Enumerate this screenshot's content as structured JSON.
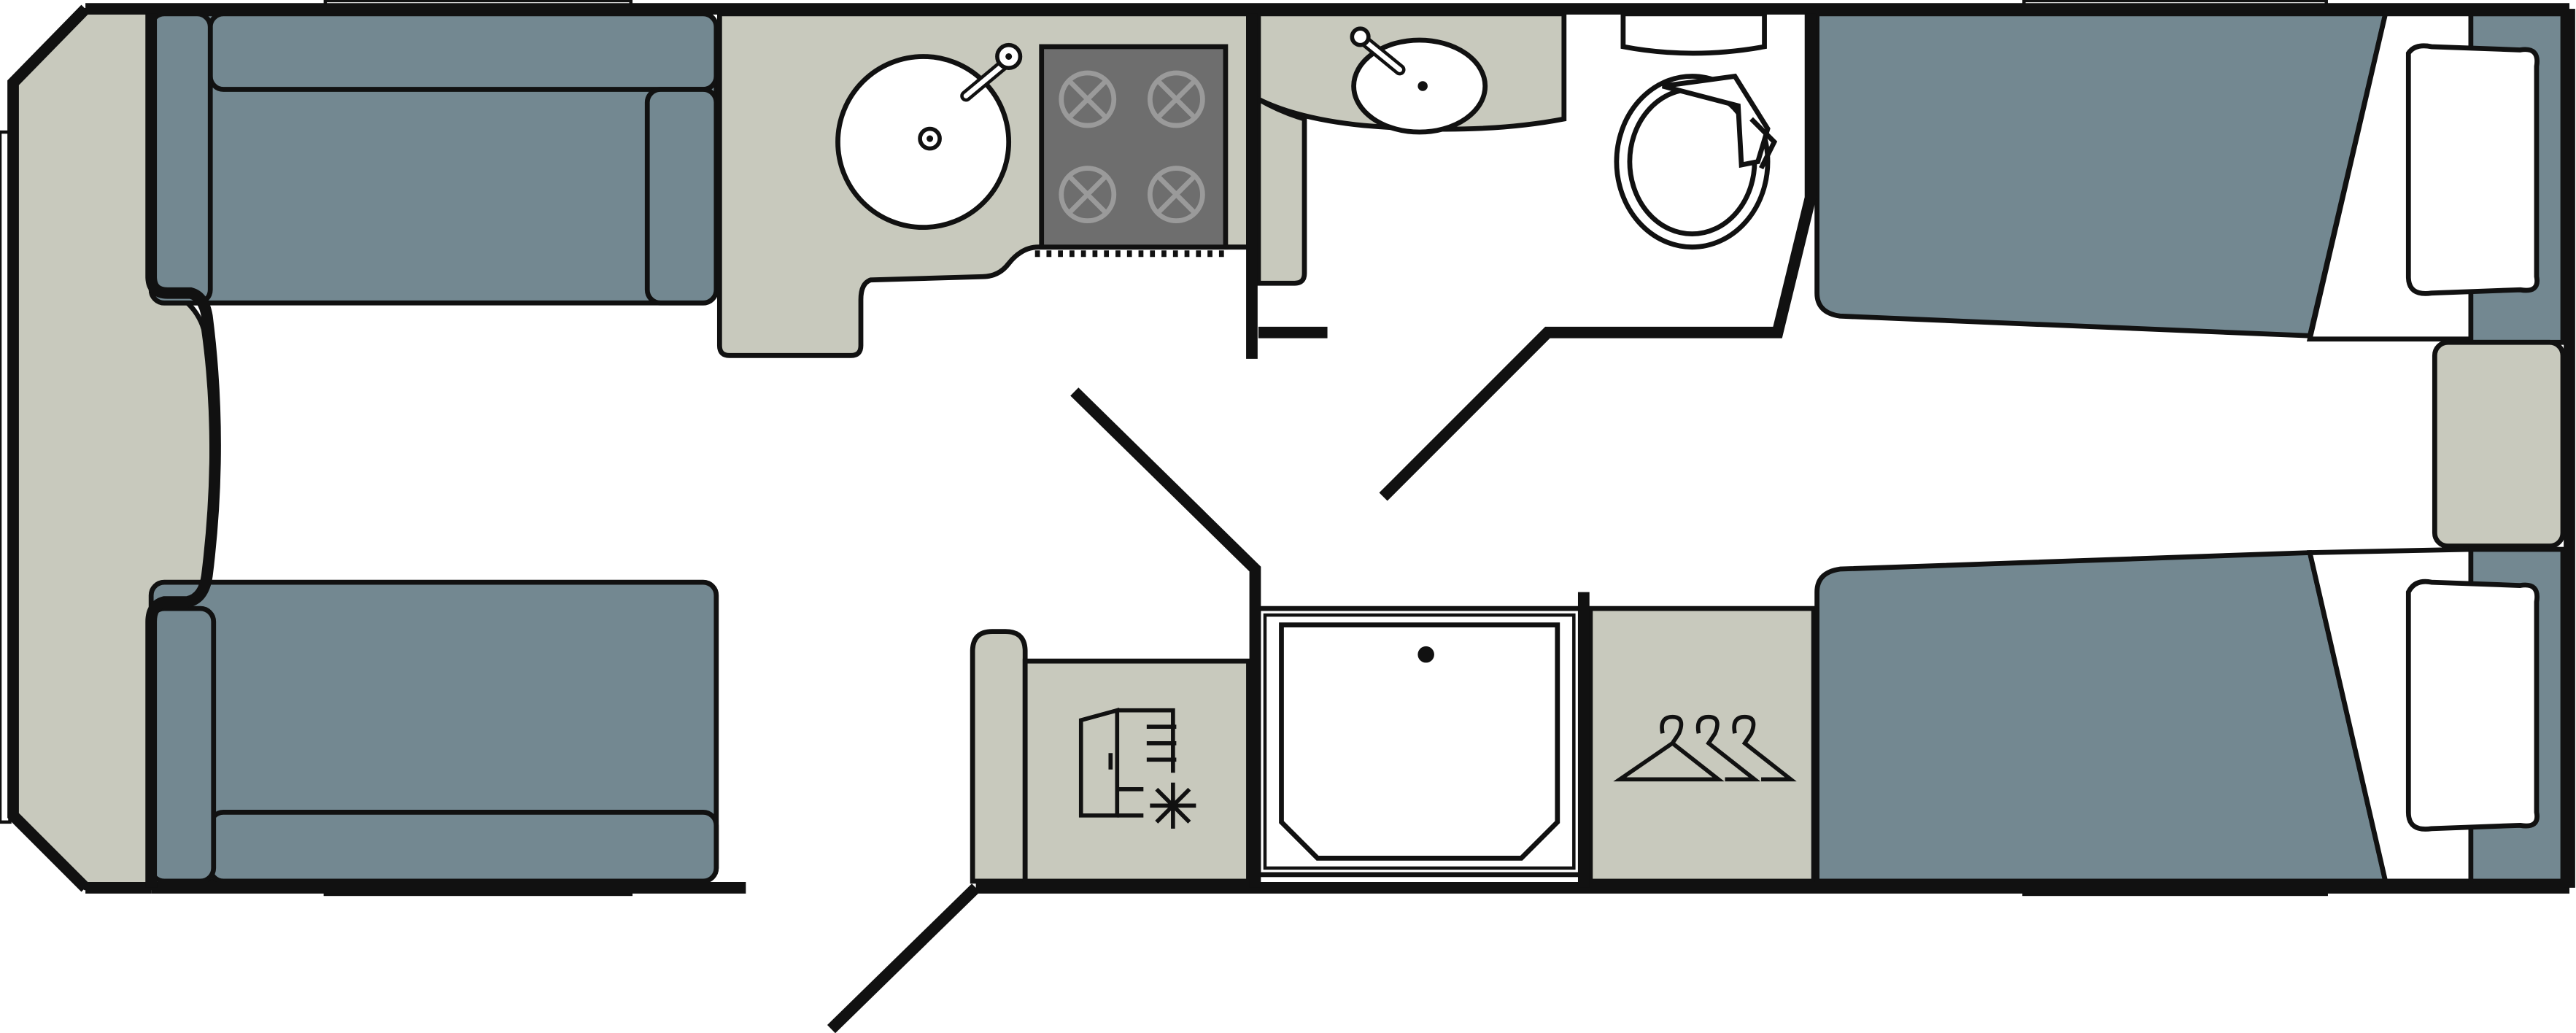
{
  "colors": {
    "seat_blue": "#738891",
    "counter_beige": "#C8C9BD",
    "wall_black": "#111111",
    "hob_grey": "#6E6E6E",
    "white": "#FFFFFF"
  },
  "rooms": [
    {
      "name": "front-lounge",
      "items": [
        "front-chest",
        "left-sofa",
        "right-sofa",
        "window-bay"
      ]
    },
    {
      "name": "kitchen",
      "items": [
        "kitchen-sink",
        "gas-hob",
        "fridge-freezer"
      ]
    },
    {
      "name": "washroom",
      "items": [
        "washroom-basin",
        "toilet",
        "shower-tray",
        "wardrobe"
      ]
    },
    {
      "name": "rear-bedroom",
      "items": [
        "single-bed-left",
        "single-bed-right",
        "pillows",
        "bedside-table"
      ]
    }
  ],
  "icons": [
    "sink-icon",
    "hob-icon",
    "toilet-icon",
    "shower-icon",
    "fridge-icon",
    "snowflake-icon",
    "hanger-icon"
  ]
}
